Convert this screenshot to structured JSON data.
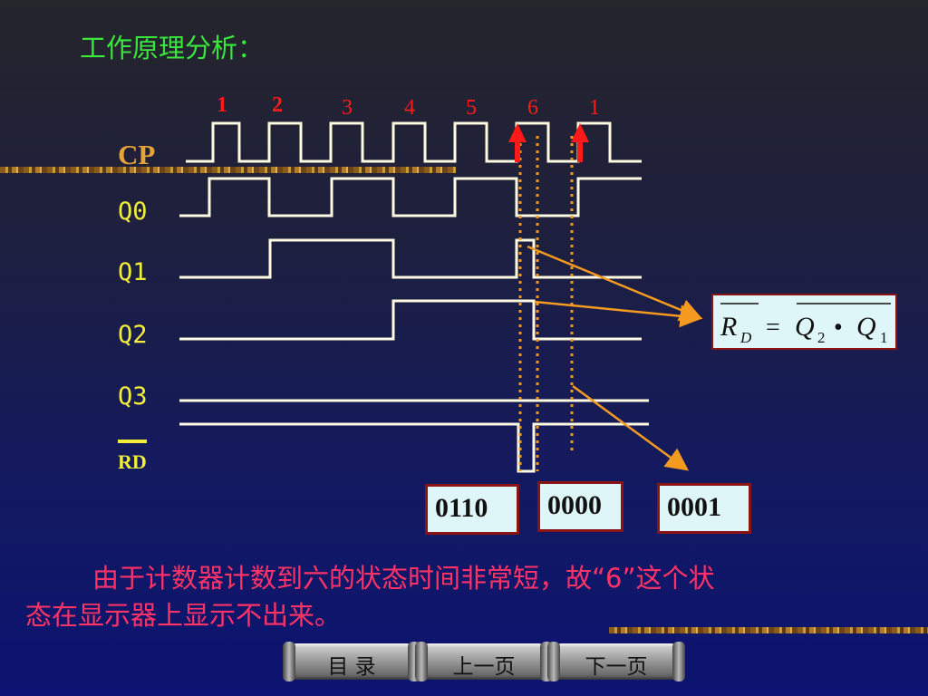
{
  "title": "工作原理分析：",
  "signals": {
    "cp": "CP",
    "q0": "Q0",
    "q1": "Q1",
    "q2": "Q2",
    "q3": "Q3",
    "rd": "RD"
  },
  "pulse_numbers": [
    "1",
    "2",
    "3",
    "4",
    "5",
    "6",
    "1"
  ],
  "states": [
    "0110",
    "0000",
    "0001"
  ],
  "formula": {
    "lhs": "R",
    "lhs_sub": "D",
    "equals": "=",
    "q2": "Q",
    "q2_sub": "2",
    "dot": "•",
    "q1": "Q",
    "q1_sub": "1"
  },
  "note": {
    "line1": "由于计数器计数到六的状态时间非常短，故“6”这个状",
    "line2": "态在显示器上显示不出来。"
  },
  "nav": {
    "menu": "目  录",
    "prev": "上一页",
    "next": "下一页"
  },
  "colors": {
    "title": "#39e63c",
    "label": "#f2ec3a",
    "cp_label": "#e8a23a",
    "waveform": "#fffbe0",
    "arrow": "#f59a20",
    "marker": "#ff1a1a",
    "note": "#ff3366"
  }
}
